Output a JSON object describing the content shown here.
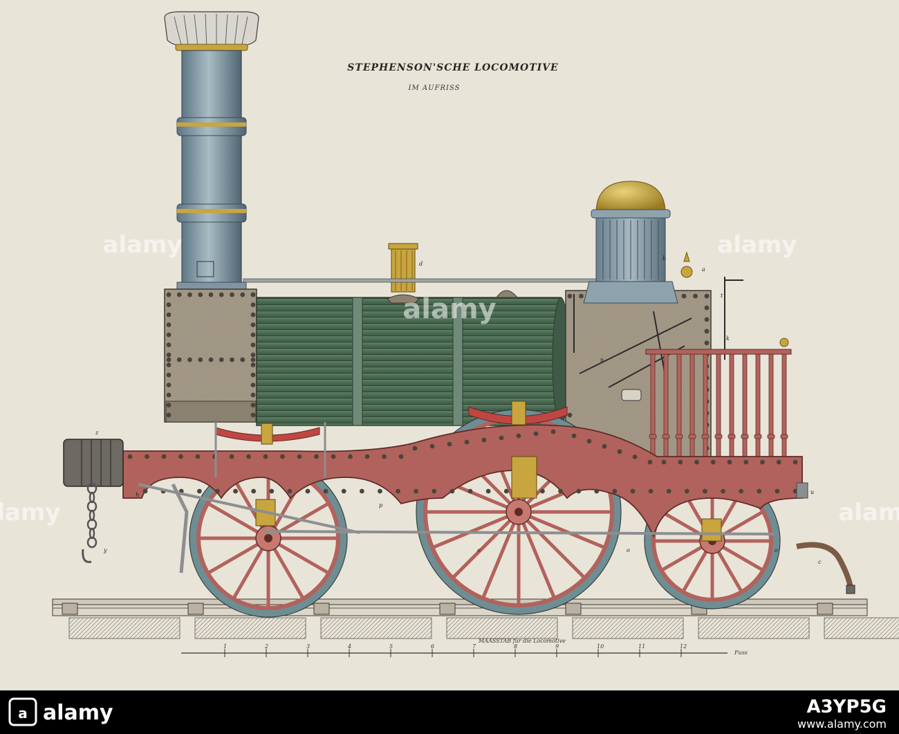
{
  "illustration": {
    "title": "STEPHENSON'SCHE LOCOMOTIVE",
    "subtitle": "IM AUFRISS",
    "scale_caption": "MAASSTAB für die Locomotive",
    "scale_unit": "Fuss",
    "scale_ticks": [
      "1",
      "2",
      "3",
      "4",
      "5",
      "6",
      "7",
      "8",
      "9",
      "10",
      "11",
      "12"
    ],
    "part_labels": [
      "z",
      "h",
      "y",
      "d",
      "b",
      "a",
      "t",
      "k",
      "l",
      "n",
      "p",
      "o",
      "o",
      "o",
      "u",
      "c"
    ]
  },
  "watermarks": {
    "text": "alamy"
  },
  "footer": {
    "brand": "alamy",
    "image_id": "A3YP5G",
    "url": "www.alamy.com"
  },
  "colors": {
    "paper": "#e9e4d8",
    "frame_red": "#b2625c",
    "boiler_green": "#4f6f55",
    "chimney_blue": "#7e99a6",
    "brass": "#c3a33e",
    "firebox_grey": "#a39886",
    "footer_bg": "#000000"
  }
}
